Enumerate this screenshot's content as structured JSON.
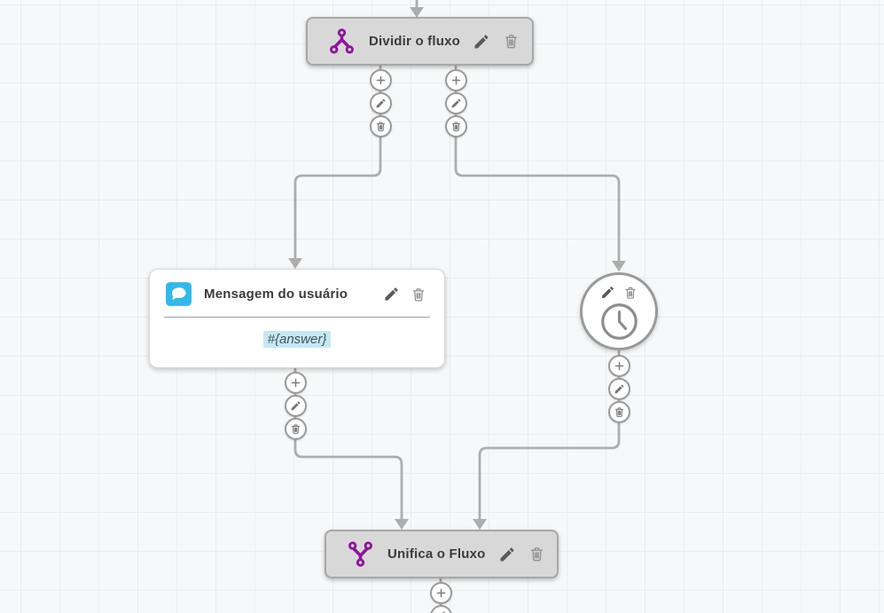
{
  "canvas": {
    "background_color": "#f7f8f9",
    "grid_line_color": "#e9ecf4",
    "connector_color": "#adadad"
  },
  "palette": {
    "node_gray_fill": "#d8d8d8",
    "node_gray_border": "#a8a8a8",
    "purple_accent": "#8d169a",
    "blue_accent": "#35b8e8",
    "variable_highlight": "#c6e8f3"
  },
  "nodes": {
    "split": {
      "title": "Dividir o fluxo",
      "icon": "split-flow-icon",
      "actions": [
        "edit",
        "delete"
      ]
    },
    "user_message": {
      "title": "Mensagem do usuário",
      "icon": "chat-bubble-icon",
      "body_text": "#{answer}",
      "actions": [
        "edit",
        "delete"
      ]
    },
    "timer": {
      "icon": "clock-icon",
      "actions": [
        "edit",
        "delete"
      ]
    },
    "merge": {
      "title": "Unifica o Fluxo",
      "icon": "merge-flow-icon",
      "actions": [
        "edit",
        "delete"
      ]
    }
  },
  "port_buttons": [
    "add",
    "edit",
    "delete"
  ]
}
